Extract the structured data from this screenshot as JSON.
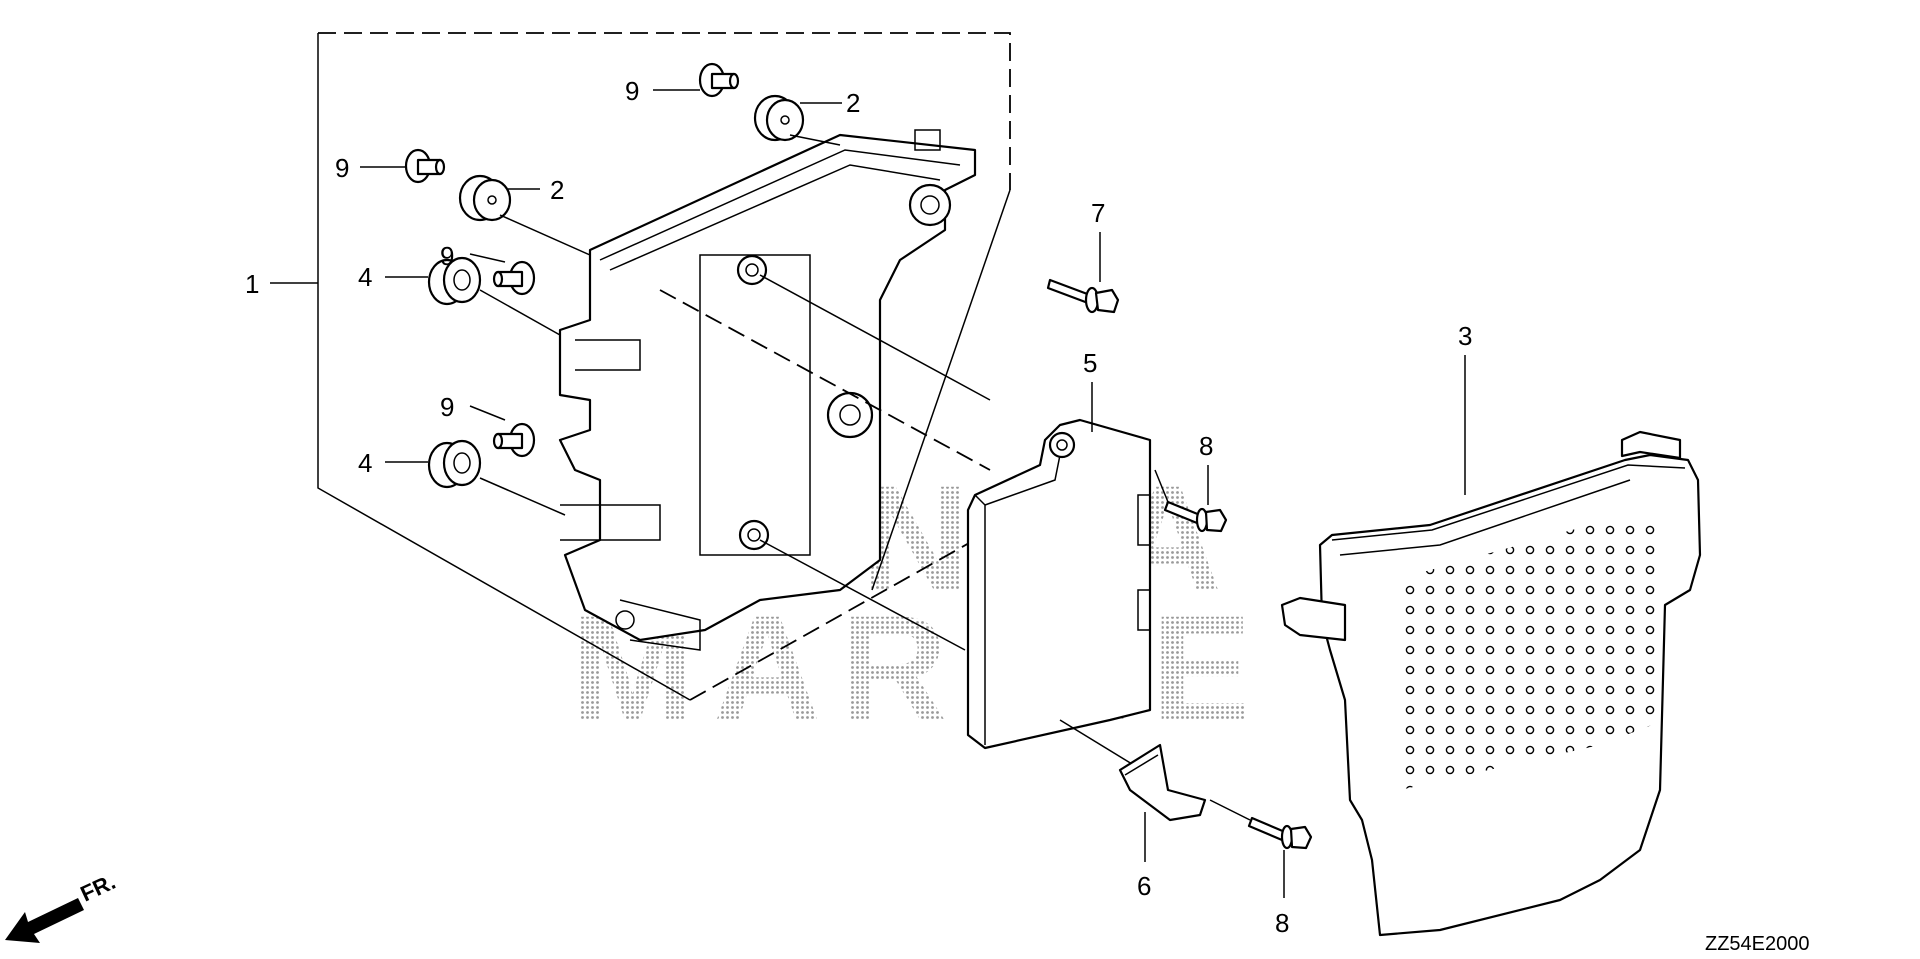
{
  "watermark": {
    "line1": "HONDA",
    "line2": "MARINE"
  },
  "callouts": {
    "c1": "1",
    "c2a": "2",
    "c2b": "2",
    "c3": "3",
    "c4a": "4",
    "c4b": "4",
    "c5": "5",
    "c6": "6",
    "c7": "7",
    "c8a": "8",
    "c8b": "8",
    "c9a": "9",
    "c9b": "9",
    "c9c": "9",
    "c9d": "9"
  },
  "direction_label": "FR.",
  "diagram_code": "ZZ54E2000",
  "icons": [
    "front-direction-arrow-icon"
  ]
}
